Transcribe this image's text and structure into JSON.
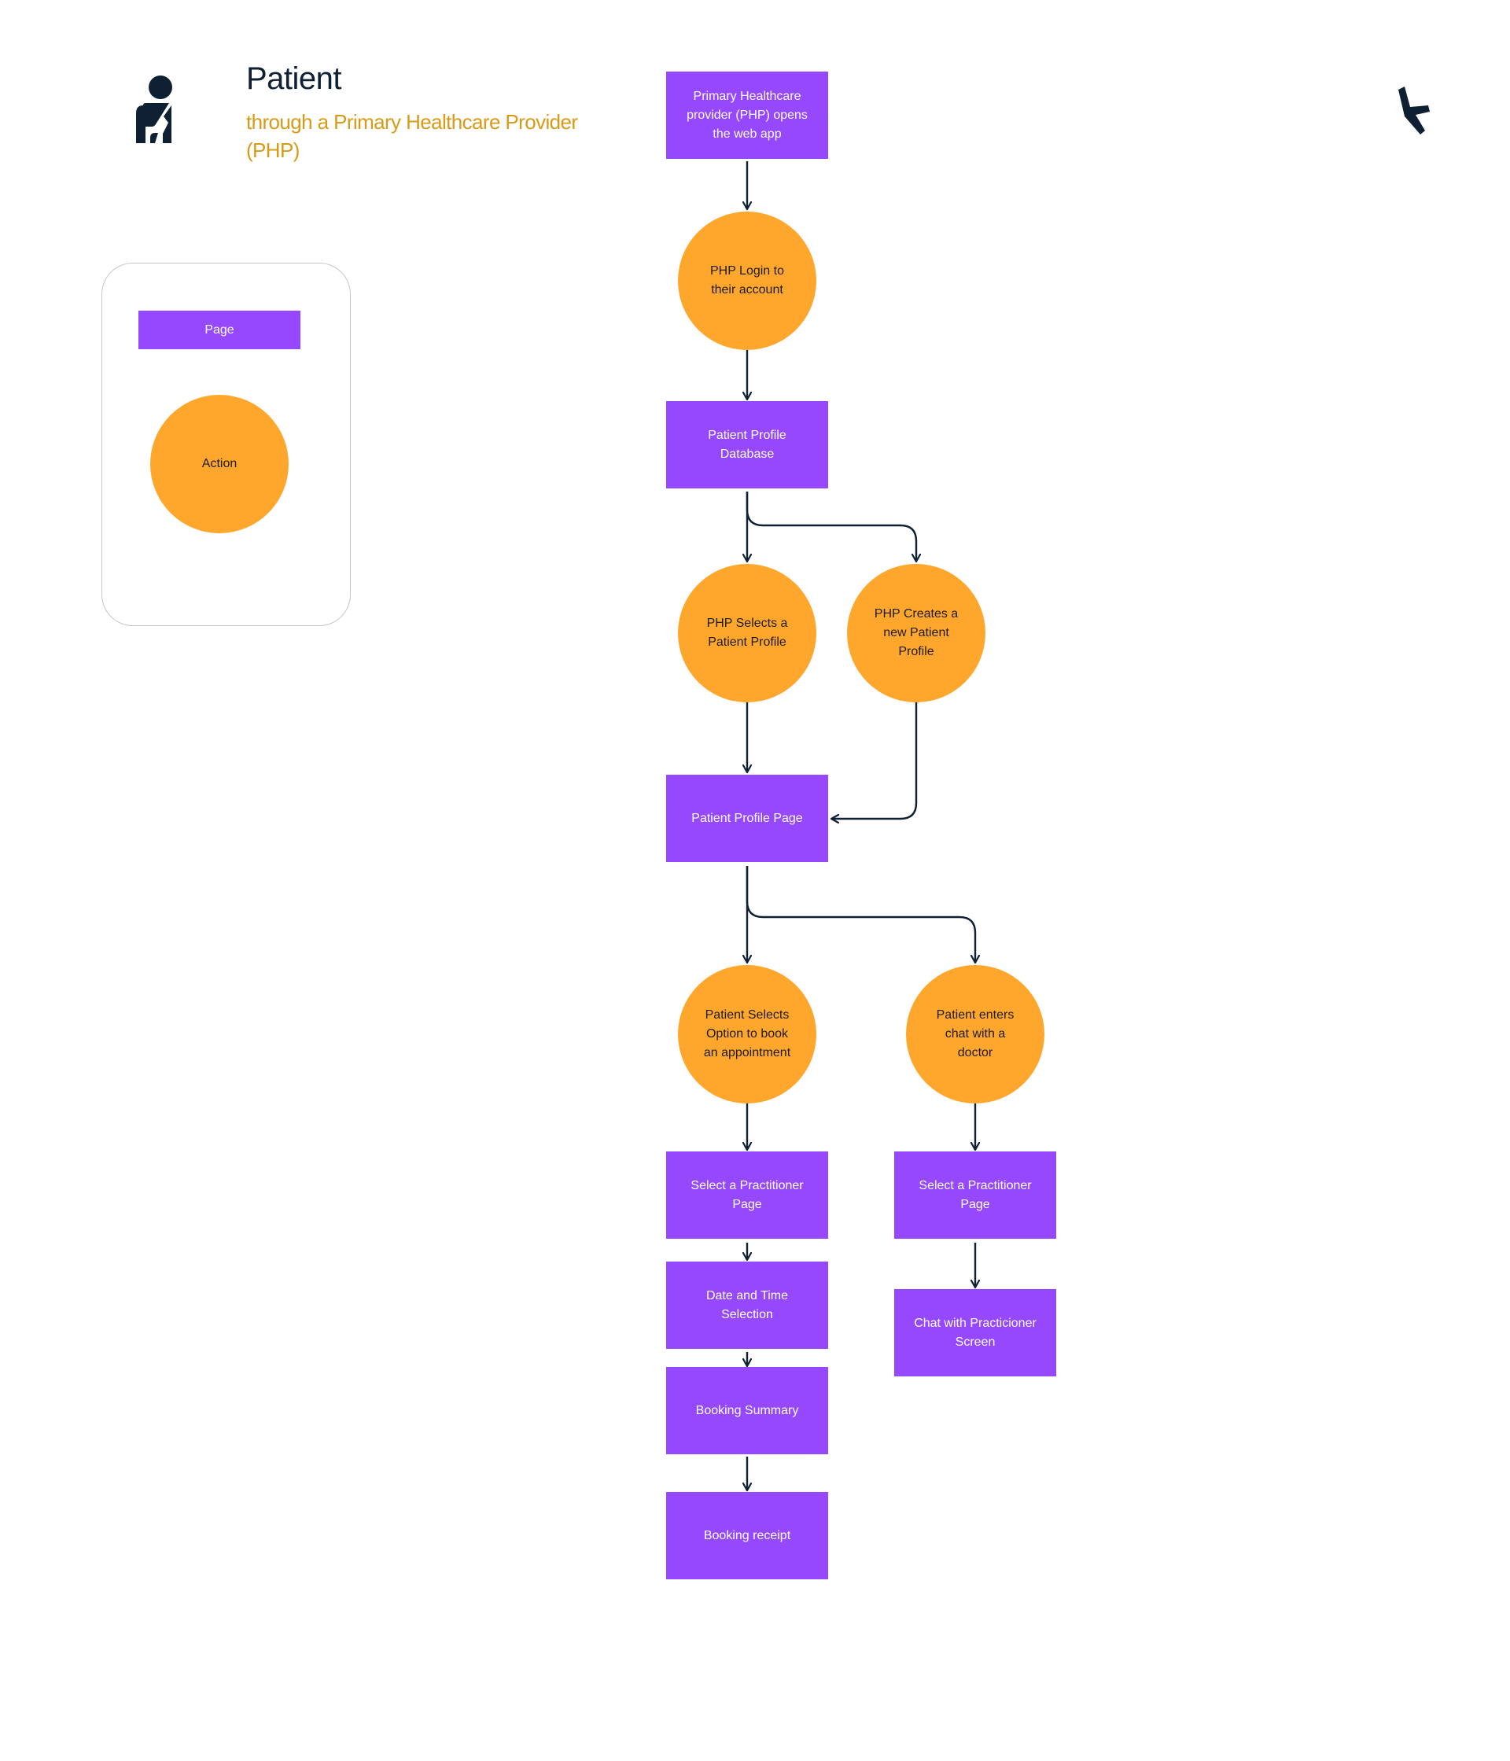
{
  "header": {
    "title": "Patient",
    "subtitle": "through a Primary Healthcare Provider (PHP)"
  },
  "legend": {
    "page_label": "Page",
    "action_label": "Action"
  },
  "icons": {
    "persona": "patient-icon",
    "brand": "brand-logo-icon"
  },
  "colors": {
    "page": "#9548fc",
    "action": "#ffa62d",
    "connector": "#0f2033",
    "subtitle": "#d89a17"
  },
  "flow": {
    "nodes": [
      {
        "id": "opens_app",
        "type": "page",
        "label": "Primary Healthcare provider (PHP) opens the web app"
      },
      {
        "id": "login",
        "type": "action",
        "label": "PHP Login to their account"
      },
      {
        "id": "profile_db",
        "type": "page",
        "label": "Patient Profile Database"
      },
      {
        "id": "select_profile",
        "type": "action",
        "label": "PHP Selects a Patient Profile"
      },
      {
        "id": "create_profile",
        "type": "action",
        "label": "PHP Creates a new Patient Profile"
      },
      {
        "id": "profile_page",
        "type": "page",
        "label": "Patient Profile Page"
      },
      {
        "id": "book_option",
        "type": "action",
        "label": "Patient Selects Option to book an appointment"
      },
      {
        "id": "enter_chat",
        "type": "action",
        "label": "Patient enters chat with a doctor"
      },
      {
        "id": "select_practitioner_book",
        "type": "page",
        "label": "Select a Practitioner Page"
      },
      {
        "id": "date_time",
        "type": "page",
        "label": "Date and Time Selection"
      },
      {
        "id": "booking_summary",
        "type": "page",
        "label": "Booking Summary"
      },
      {
        "id": "booking_receipt",
        "type": "page",
        "label": "Booking receipt"
      },
      {
        "id": "select_practitioner_chat",
        "type": "page",
        "label": "Select a Practitioner Page"
      },
      {
        "id": "chat_screen",
        "type": "page",
        "label": "Chat with Practicioner Screen"
      }
    ],
    "edges": [
      [
        "opens_app",
        "login"
      ],
      [
        "login",
        "profile_db"
      ],
      [
        "profile_db",
        "select_profile"
      ],
      [
        "profile_db",
        "create_profile"
      ],
      [
        "select_profile",
        "profile_page"
      ],
      [
        "create_profile",
        "profile_page"
      ],
      [
        "profile_page",
        "book_option"
      ],
      [
        "profile_page",
        "enter_chat"
      ],
      [
        "book_option",
        "select_practitioner_book"
      ],
      [
        "select_practitioner_book",
        "date_time"
      ],
      [
        "date_time",
        "booking_summary"
      ],
      [
        "booking_summary",
        "booking_receipt"
      ],
      [
        "enter_chat",
        "select_practitioner_chat"
      ],
      [
        "select_practitioner_chat",
        "chat_screen"
      ]
    ]
  }
}
